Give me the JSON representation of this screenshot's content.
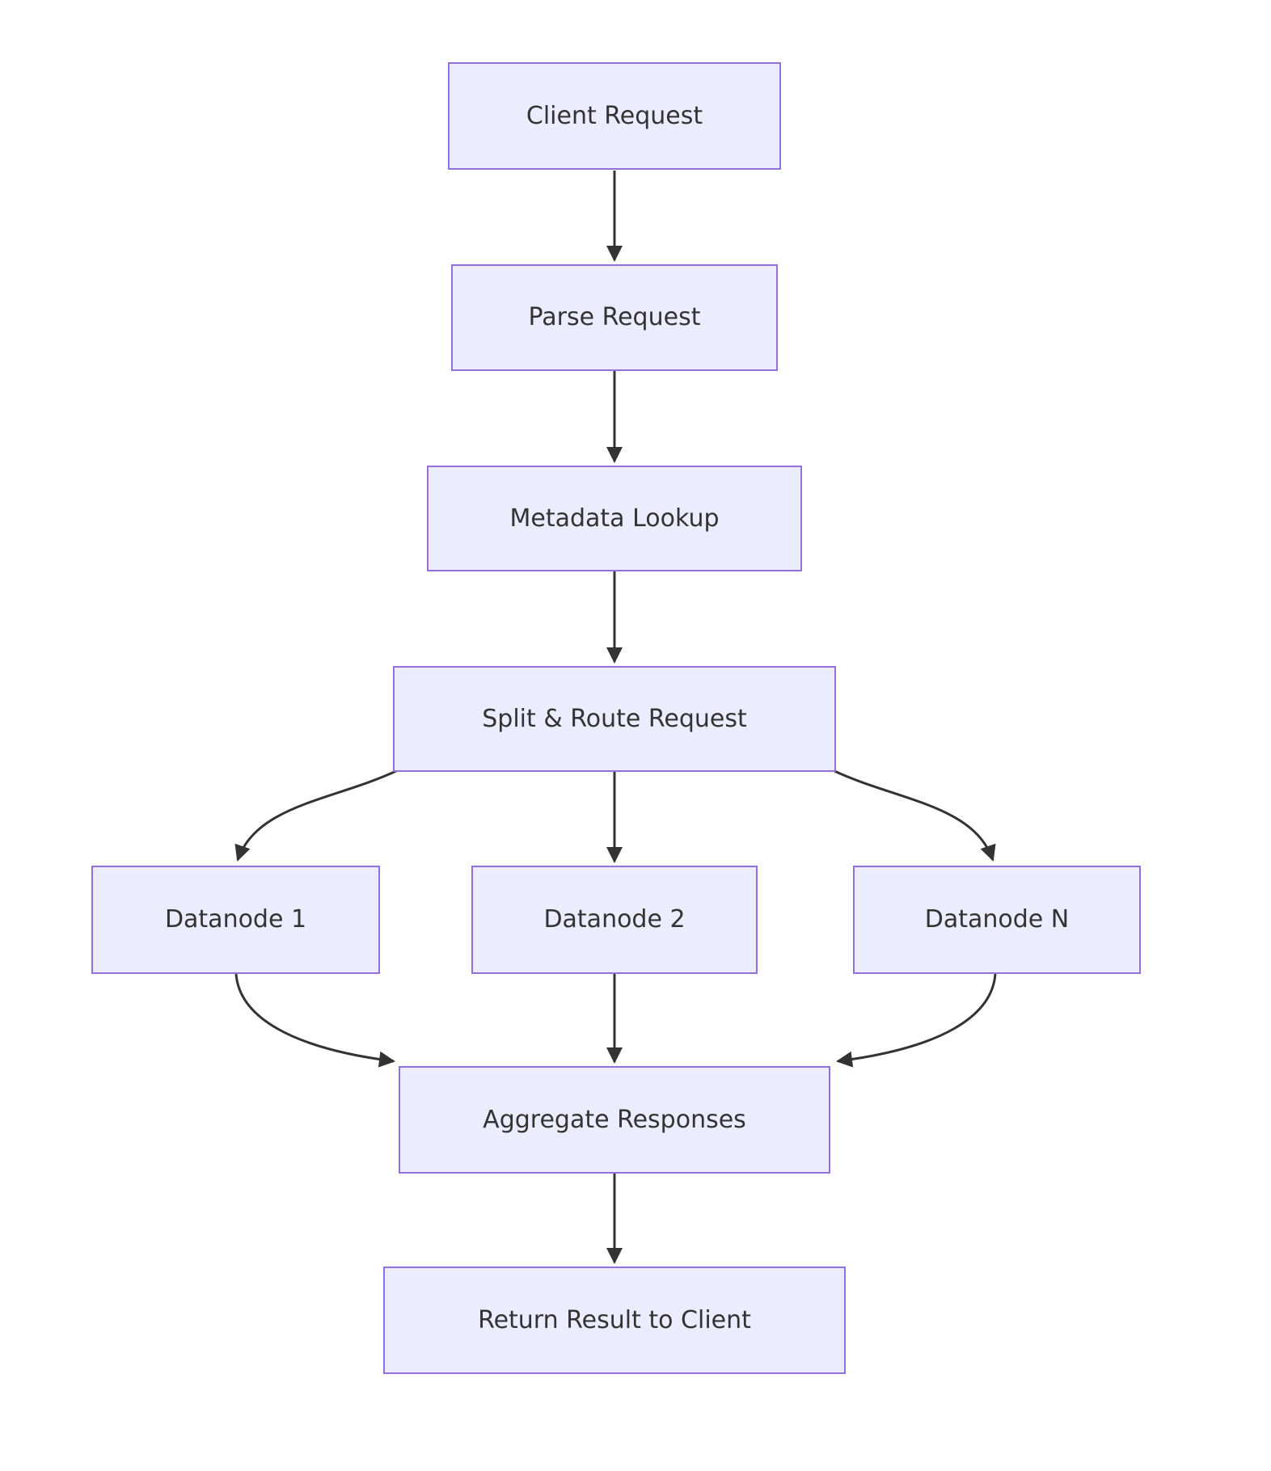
{
  "diagram": {
    "type": "flowchart",
    "direction": "top-down",
    "background_color": "#ffffff",
    "node_fill_color": "#ECECFF",
    "node_border_color": "#9370DB",
    "text_color": "#333333",
    "arrow_color": "#333333",
    "nodes": [
      {
        "id": "client",
        "label": "Client Request"
      },
      {
        "id": "parse",
        "label": "Parse Request"
      },
      {
        "id": "metadata",
        "label": "Metadata Lookup"
      },
      {
        "id": "split",
        "label": "Split & Route Request"
      },
      {
        "id": "d1",
        "label": "Datanode 1"
      },
      {
        "id": "d2",
        "label": "Datanode 2"
      },
      {
        "id": "dn",
        "label": "Datanode N"
      },
      {
        "id": "agg",
        "label": "Aggregate Responses"
      },
      {
        "id": "ret",
        "label": "Return Result to Client"
      }
    ],
    "edges": [
      {
        "from": "client",
        "to": "parse"
      },
      {
        "from": "parse",
        "to": "metadata"
      },
      {
        "from": "metadata",
        "to": "split"
      },
      {
        "from": "split",
        "to": "d1"
      },
      {
        "from": "split",
        "to": "d2"
      },
      {
        "from": "split",
        "to": "dn"
      },
      {
        "from": "d1",
        "to": "agg"
      },
      {
        "from": "d2",
        "to": "agg"
      },
      {
        "from": "dn",
        "to": "agg"
      },
      {
        "from": "agg",
        "to": "ret"
      }
    ]
  }
}
